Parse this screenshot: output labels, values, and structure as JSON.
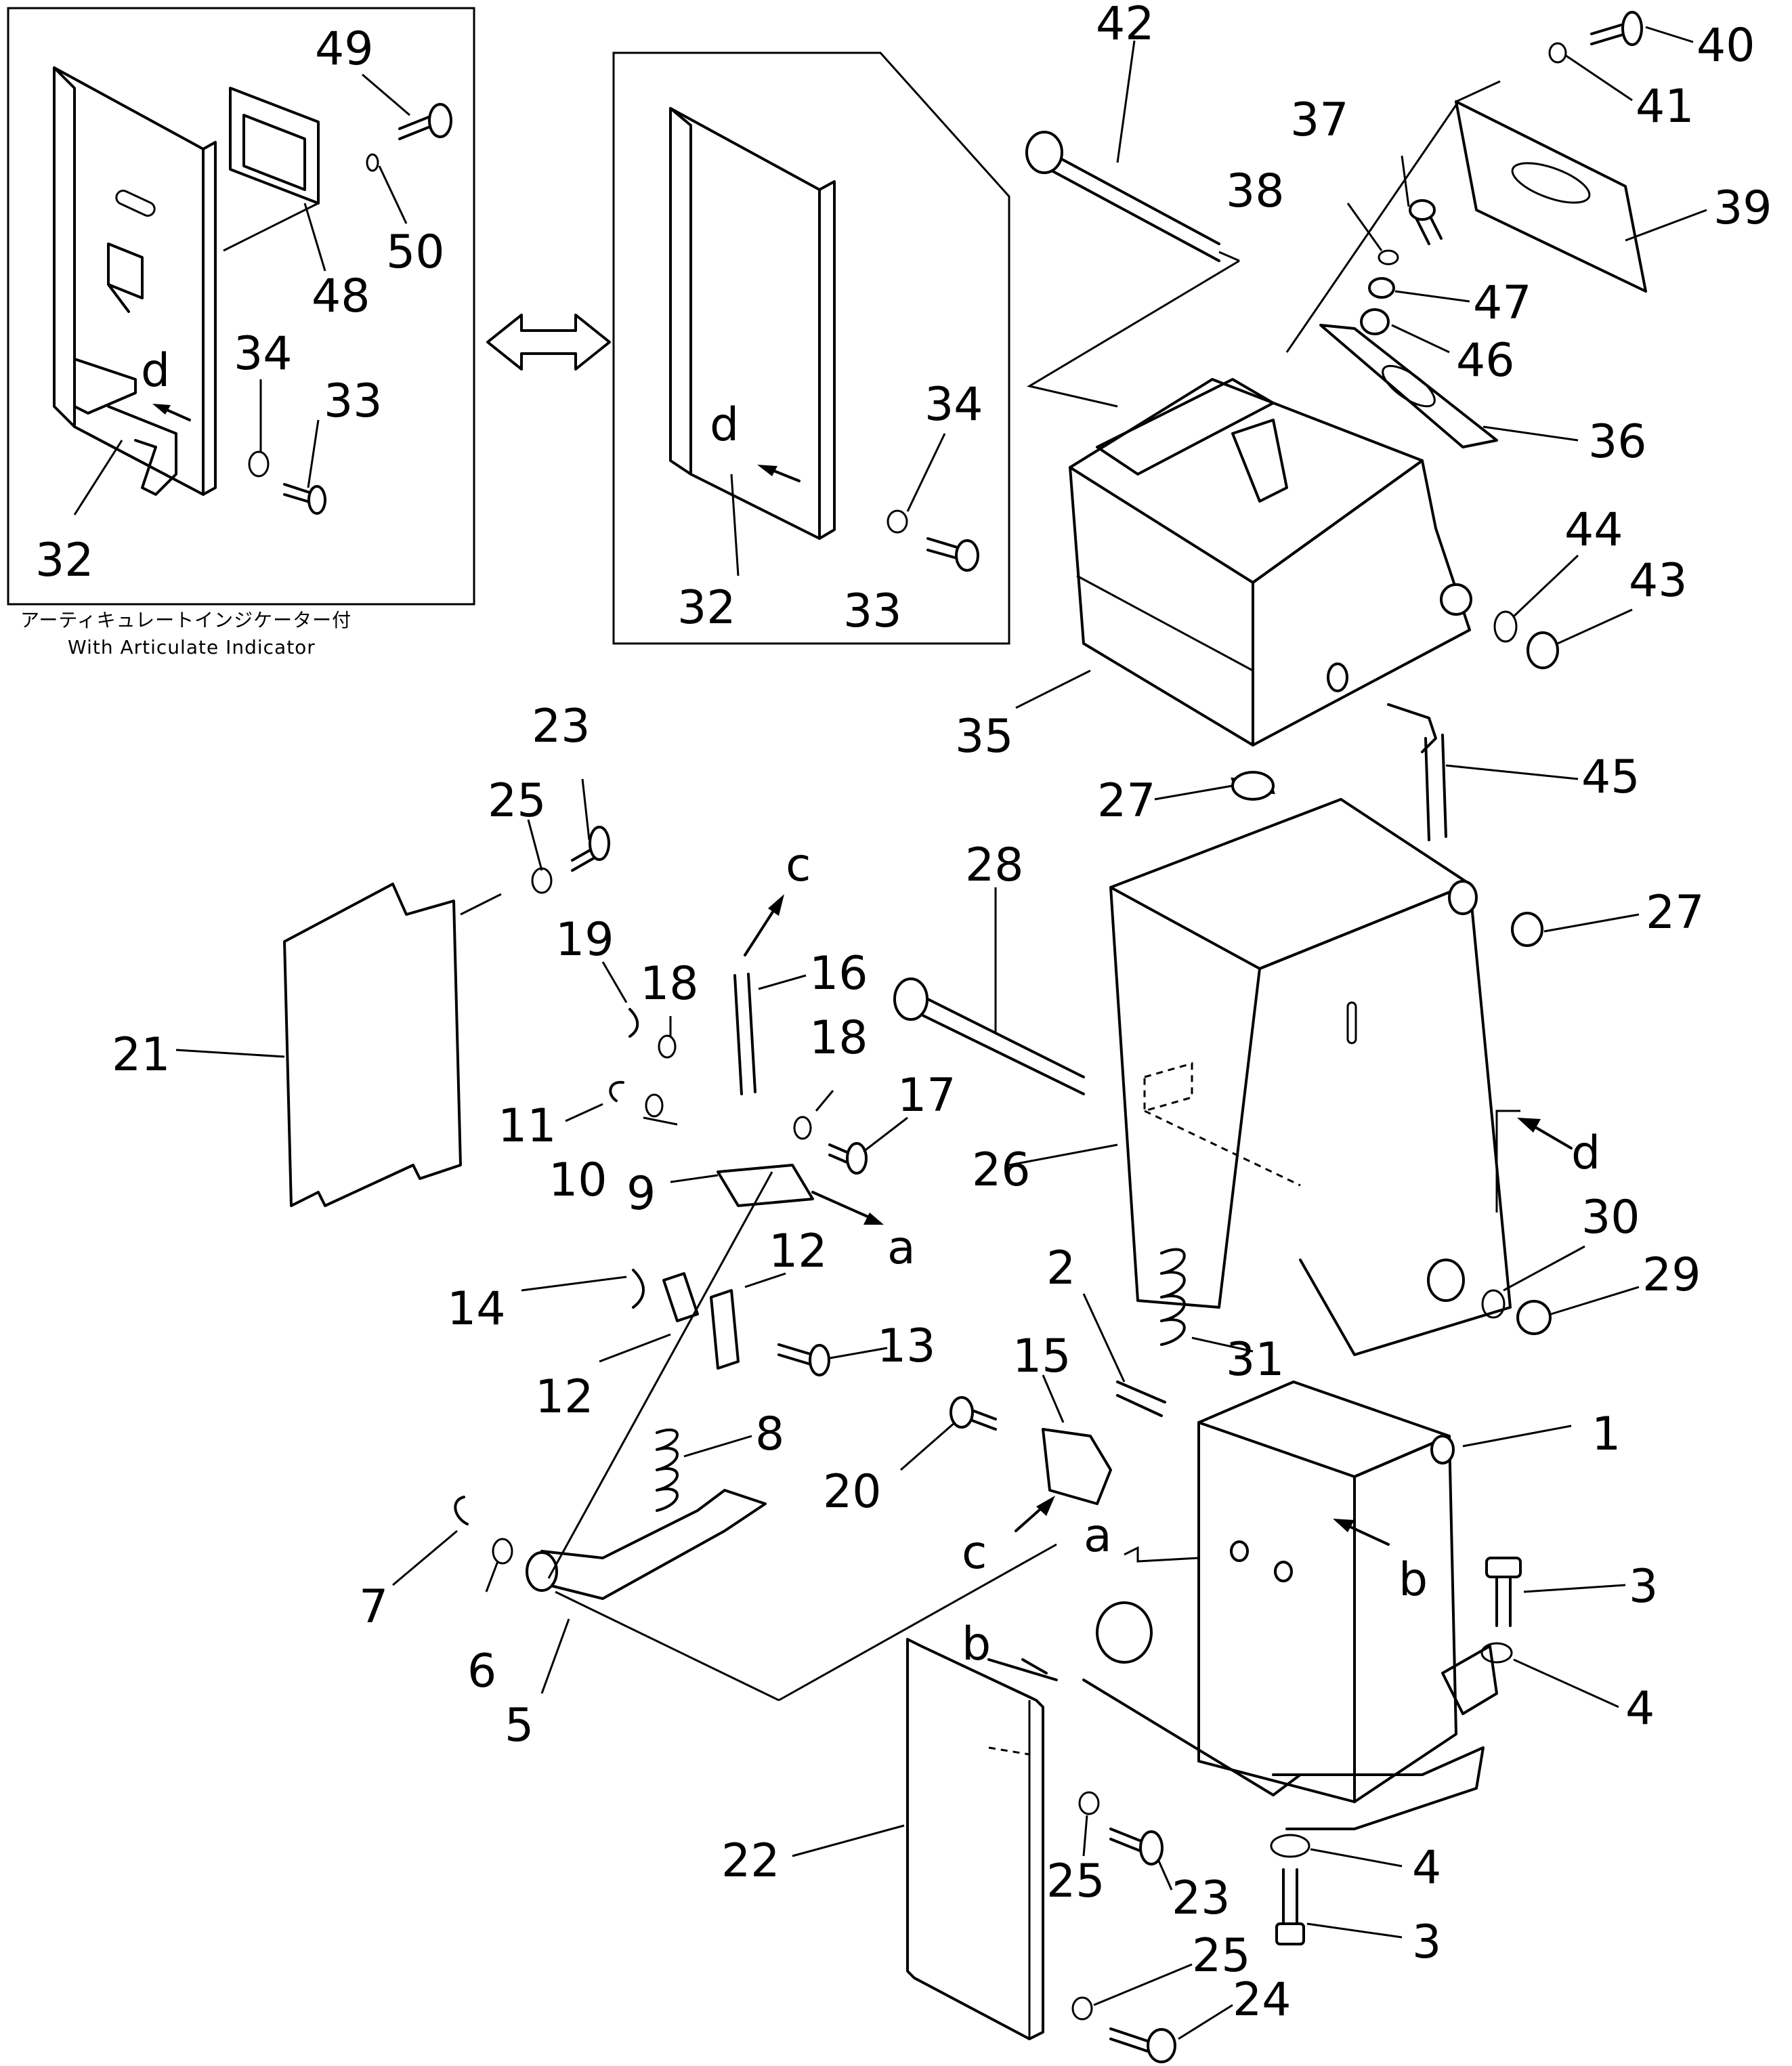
{
  "diagram": {
    "inset_caption_jp": "アーティキュレートインジケーター付",
    "inset_caption_en": "With Articulate Indicator",
    "part_numbers": [
      "1",
      "2",
      "3",
      "4",
      "5",
      "6",
      "7",
      "8",
      "9",
      "10",
      "11",
      "12",
      "13",
      "14",
      "15",
      "16",
      "17",
      "18",
      "19",
      "20",
      "21",
      "22",
      "23",
      "24",
      "25",
      "26",
      "27",
      "28",
      "29",
      "30",
      "31",
      "32",
      "33",
      "34",
      "35",
      "36",
      "37",
      "38",
      "39",
      "40",
      "41",
      "42",
      "43",
      "44",
      "45",
      "46",
      "47",
      "48",
      "49",
      "50"
    ],
    "reference_letters": [
      "a",
      "b",
      "c",
      "d"
    ]
  }
}
